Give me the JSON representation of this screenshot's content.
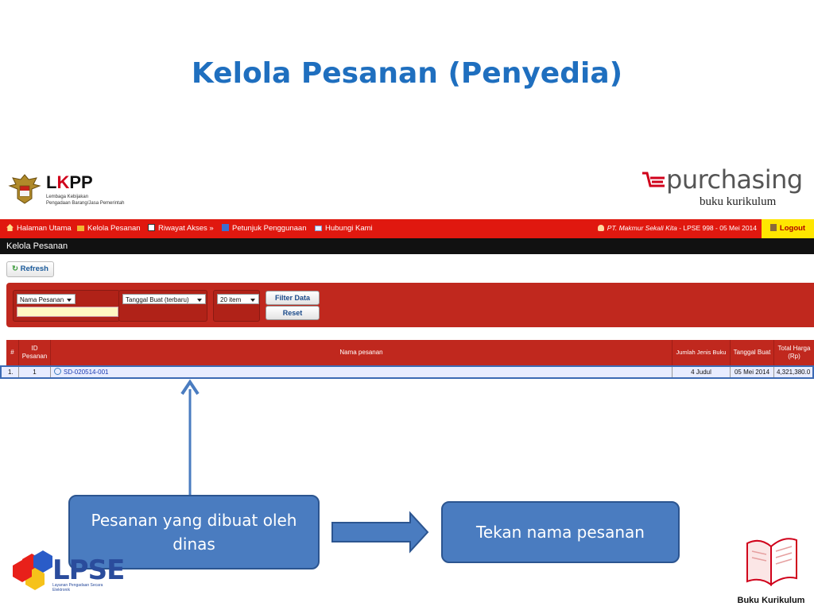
{
  "slide": {
    "title": "Kelola Pesanan (Penyedia)"
  },
  "header": {
    "lkpp_name": "LKPP",
    "lkpp_sub_1": "Lembaga Kebijakan",
    "lkpp_sub_2": "Pengadaan Barang/Jasa Pemerintah",
    "epurchasing_word": "purchasing",
    "epurchasing_sub": "buku kurikulum"
  },
  "nav": {
    "items": [
      {
        "label": "Halaman Utama",
        "icon": "home-icon"
      },
      {
        "label": "Kelola Pesanan",
        "icon": "folder-icon"
      },
      {
        "label": "Riwayat Akses »",
        "icon": "history-icon"
      },
      {
        "label": "Petunjuk Penggunaan",
        "icon": "help-icon"
      },
      {
        "label": "Hubungi Kami",
        "icon": "mail-icon"
      }
    ],
    "user_company": "PT. Makmur Sekali Kita",
    "user_info": " - LPSE 998 - 05 Mei 2014",
    "logout_label": "Logout"
  },
  "page": {
    "title": "Kelola Pesanan"
  },
  "toolbar": {
    "refresh_label": "Refresh"
  },
  "filter": {
    "field_select": "Nama Pesanan",
    "sort_select": "Tanggal Buat (terbaru)",
    "count_select": "20 item",
    "filter_button": "Filter Data",
    "reset_button": "Reset"
  },
  "table": {
    "headers": {
      "num": "#",
      "id": "ID Pesanan",
      "name": "Nama pesanan",
      "qty": "Jumlah Jenis Buku",
      "date": "Tanggal Buat",
      "total": "Total Harga (Rp)"
    },
    "rows": [
      {
        "num": "1.",
        "id": "1",
        "name": "SD-020514-001",
        "qty": "4 Judul",
        "date": "05 Mei 2014",
        "total": "4,321,380.0"
      }
    ]
  },
  "callouts": {
    "left": "Pesanan yang dibuat oleh dinas",
    "right": "Tekan nama pesanan"
  },
  "footer": {
    "lpse_word": "LPSE",
    "lpse_sub": "Layanan Pengadaan Secara Elektronik",
    "book_caption": "Buku Kurikulum"
  },
  "colors": {
    "title": "#1f6fbf",
    "nav": "#e0180f",
    "panel": "#c0281e",
    "callout": "#4a7cc0"
  }
}
